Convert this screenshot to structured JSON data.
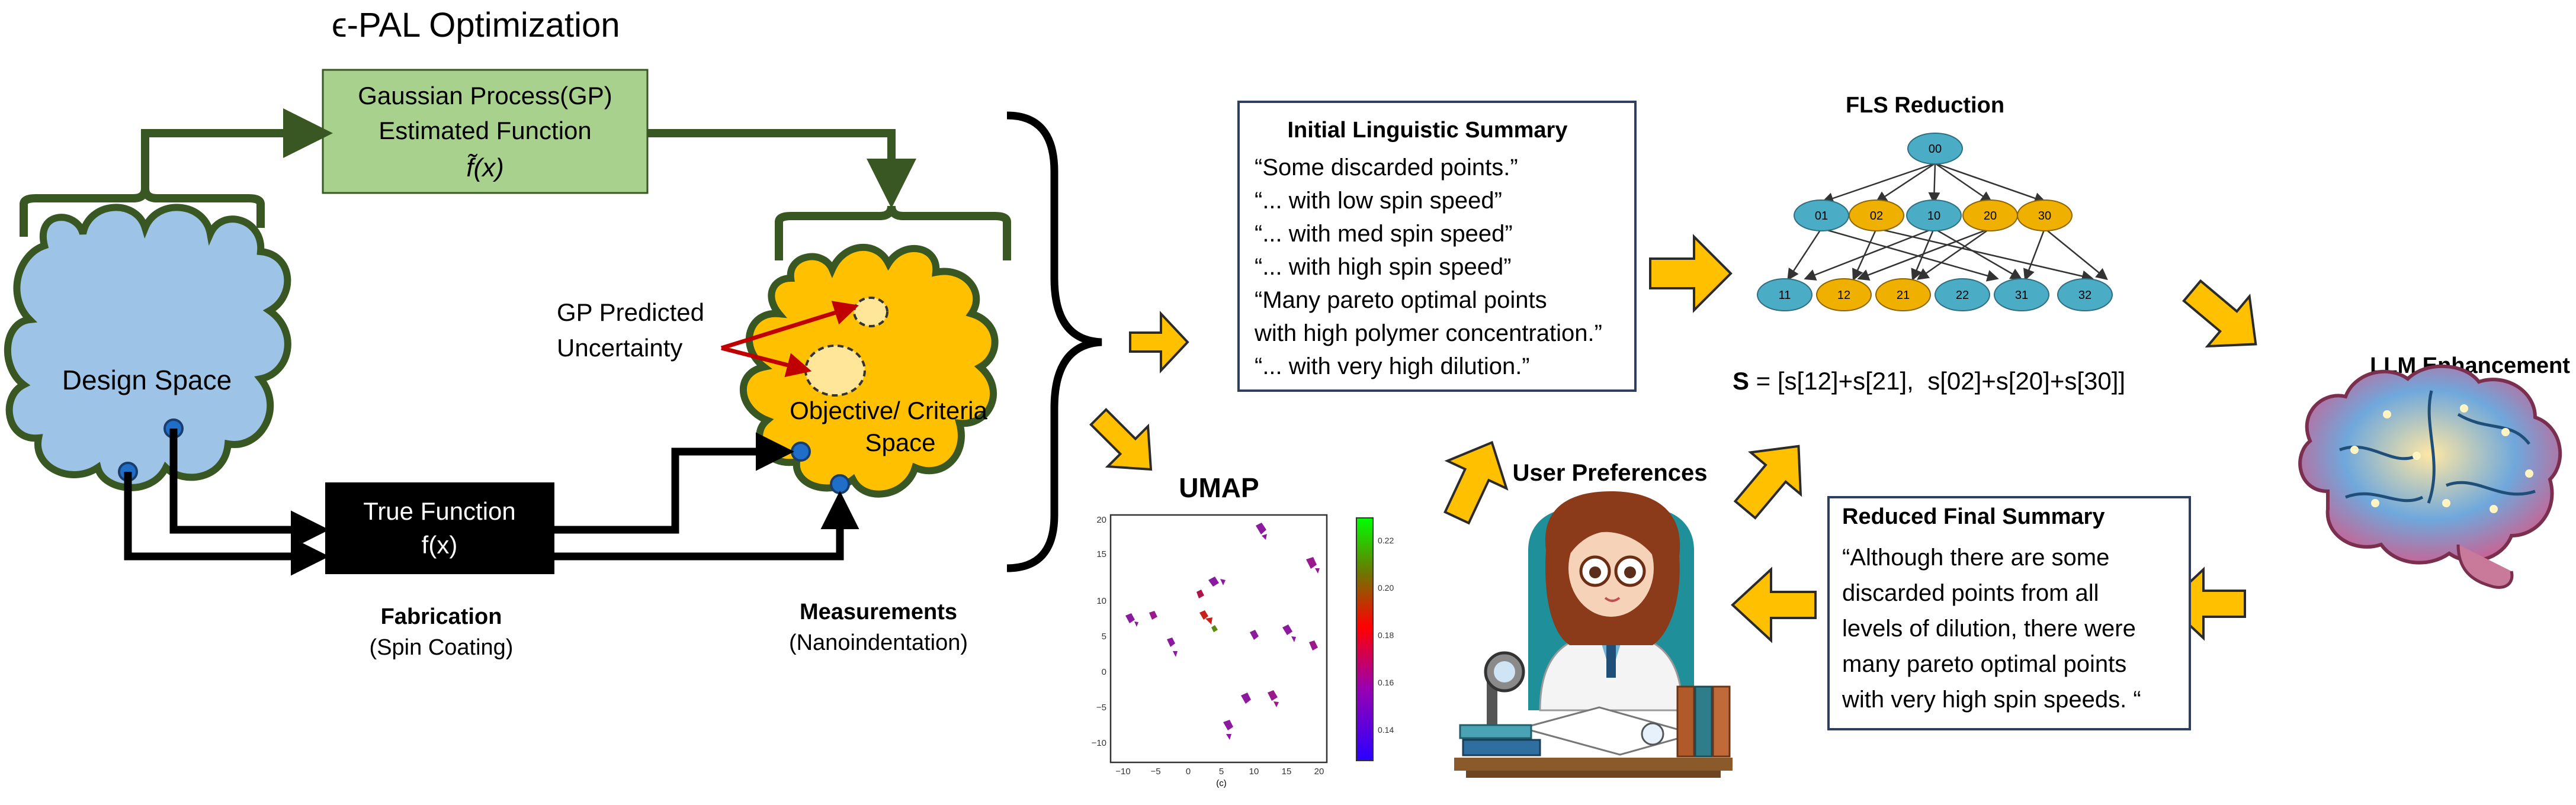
{
  "title": "ϵ-PAL Optimization",
  "gp_box": {
    "line1": "Gaussian Process(GP)",
    "line2": "Estimated Function",
    "line3": "f̃(x)"
  },
  "design_space": "Design Space",
  "objective_space": {
    "line1": "Objective/ Criteria",
    "line2": "Space"
  },
  "gp_uncertainty": {
    "line1": "GP Predicted",
    "line2": "Uncertainty"
  },
  "true_function": {
    "line1": "True Function",
    "line2": "f(x)"
  },
  "fabrication": {
    "title": "Fabrication",
    "subtitle": "(Spin Coating)"
  },
  "measurements": {
    "title": "Measurements",
    "subtitle": "(Nanoindentation)"
  },
  "initial_summary": {
    "title": "Initial Linguistic Summary",
    "lines": [
      "“Some discarded points.”",
      "“... with low spin speed”",
      "“... with med spin speed”",
      "“... with high spin speed”",
      "“Many pareto optimal points",
      "with high polymer concentration.”",
      "“... with very high dilution.”"
    ]
  },
  "fls": {
    "title": "FLS Reduction",
    "root": "00",
    "level1": [
      "01",
      "02",
      "10",
      "20",
      "30"
    ],
    "level2": [
      "11",
      "12",
      "21",
      "22",
      "31",
      "32"
    ],
    "formula_bold": "S",
    "formula_rest": " = [s[12]+s[21],  s[02]+s[20]+s[30]]"
  },
  "llm": "LLM Enhancement",
  "user_preferences": "User Preferences",
  "reduced_summary": {
    "title": "Reduced Final Summary",
    "lines": [
      "“Although there are some",
      "discarded points from all",
      "levels of dilution, there were",
      "many pareto optimal points",
      "with very high spin speeds. “"
    ]
  },
  "umap": {
    "title": "UMAP",
    "x_ticks": [
      "−10",
      "−5",
      "0",
      "5",
      "10",
      "15",
      "20"
    ],
    "y_ticks": [
      "20",
      "15",
      "10",
      "5",
      "0",
      "−5",
      "−10"
    ],
    "colorbar_ticks": [
      "0.22",
      "0.20",
      "0.18",
      "0.16",
      "0.14"
    ],
    "caption": "(c)"
  },
  "colors": {
    "green_fill": "#a9d18e",
    "dark_green": "#385723",
    "blue_fill": "#9dc3e6",
    "orange": "#ffc000",
    "node_blue": "#4bacc6",
    "arrow_yellow": "#ffc000"
  }
}
